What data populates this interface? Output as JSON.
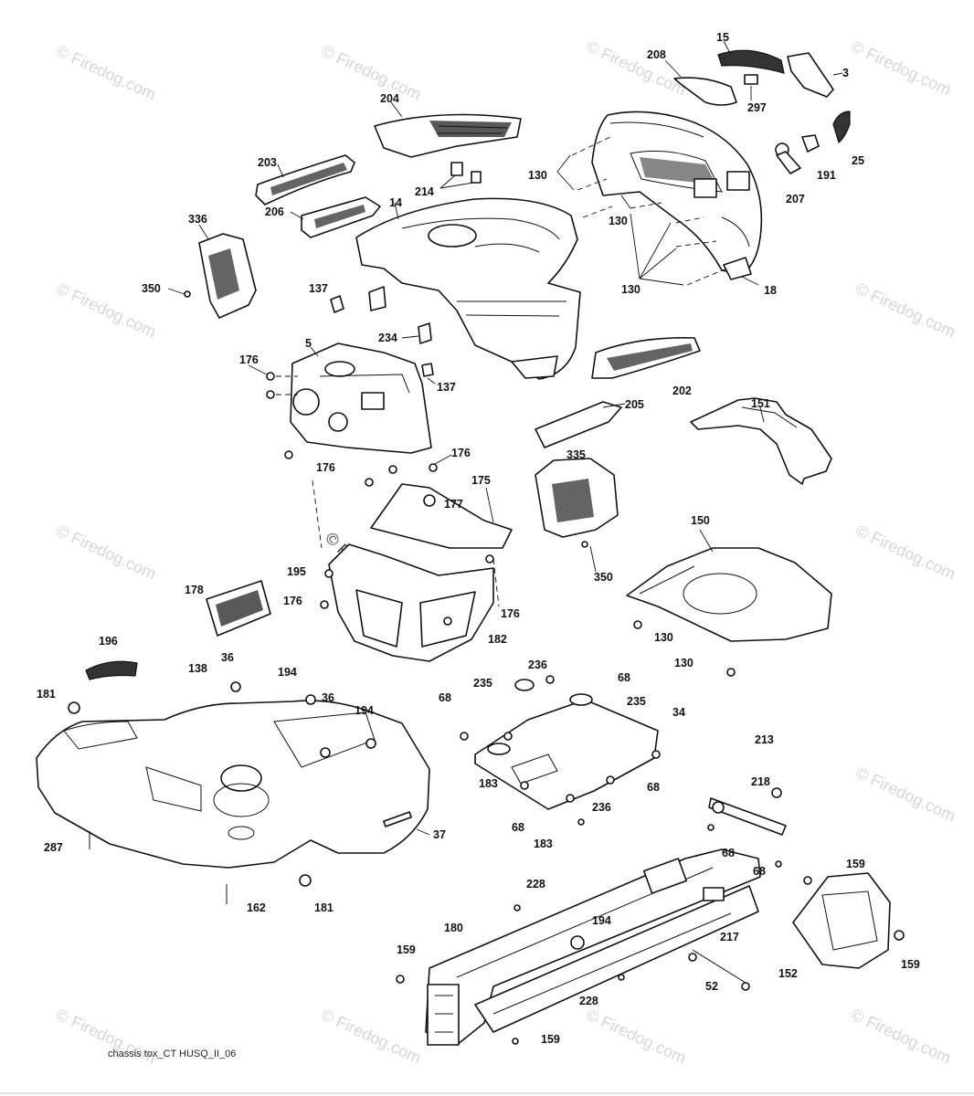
{
  "watermark": "© Firedog.com",
  "footer_code": "chassis tox_CT HUSQ_II_06",
  "labels": {
    "l15": "15",
    "l208": "208",
    "l3": "3",
    "l297": "297",
    "l204": "204",
    "l25": "25",
    "l191": "191",
    "l207": "207",
    "l130a": "130",
    "l130b": "130",
    "l130c": "130",
    "l203": "203",
    "l214": "214",
    "l14": "14",
    "l206": "206",
    "l336": "336",
    "l350a": "350",
    "l137a": "137",
    "l18": "18",
    "l234": "234",
    "l5": "5",
    "l176a": "176",
    "l137b": "137",
    "l202": "202",
    "l151": "151",
    "l205": "205",
    "l176b": "176",
    "l176c": "176",
    "l335": "335",
    "l175": "175",
    "l177": "177",
    "l150": "150",
    "l350b": "350",
    "l195": "195",
    "l178": "178",
    "l176d": "176",
    "l176e": "176",
    "l182": "182",
    "l130d": "130",
    "l130e": "130",
    "l196": "196",
    "l36a": "36",
    "l138": "138",
    "l194a": "194",
    "l36b": "36",
    "l194b": "194",
    "l181a": "181",
    "l236a": "236",
    "l235a": "235",
    "l68a": "68",
    "l68b": "68",
    "l235b": "235",
    "l34": "34",
    "l183a": "183",
    "l68c": "68",
    "l236b": "236",
    "l68d": "68",
    "l183b": "183",
    "l213": "213",
    "l218": "218",
    "l37": "37",
    "l287": "287",
    "l68e": "68",
    "l68f": "68",
    "l159a": "159",
    "l228a": "228",
    "l162": "162",
    "l181b": "181",
    "l180": "180",
    "l194c": "194",
    "l217": "217",
    "l159b": "159",
    "l152": "152",
    "l159c": "159",
    "l52": "52",
    "l228b": "228",
    "l159d": "159"
  }
}
